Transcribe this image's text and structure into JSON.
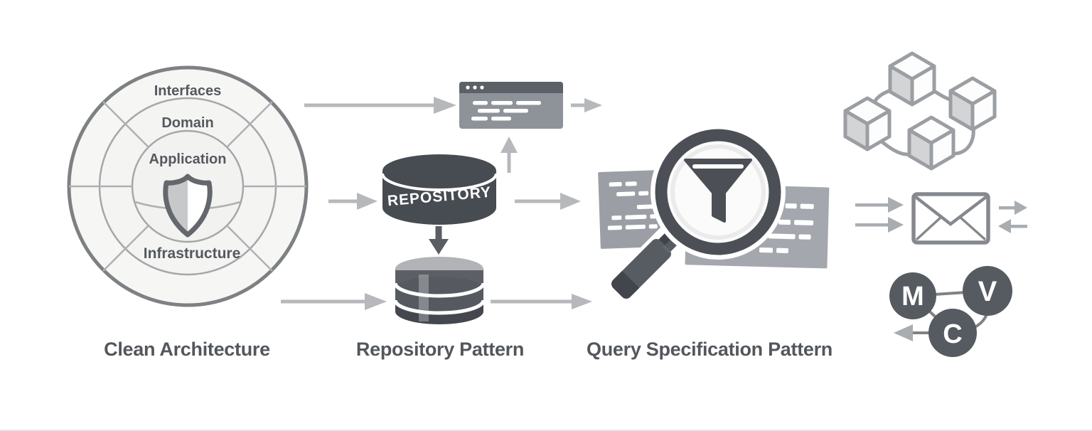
{
  "captions": {
    "clean_architecture": "Clean Architecture",
    "repository_pattern": "Repository Pattern",
    "query_specification_pattern": "Query Specification Pattern"
  },
  "clean_architecture": {
    "layers": [
      "Interfaces",
      "Domain",
      "Application",
      "Infrastructure"
    ]
  },
  "repository": {
    "cylinder_label": "REPOSITORY"
  },
  "mvc": {
    "model": "M",
    "view": "V",
    "controller": "C"
  },
  "colors": {
    "dark_gray": "#474b52",
    "medium_gray": "#8e9299",
    "arrow_gray": "#b6b8bb",
    "panel_gray": "#a0a3a9",
    "ring_fill": "#f6f6f5",
    "background": "#ffffff"
  }
}
